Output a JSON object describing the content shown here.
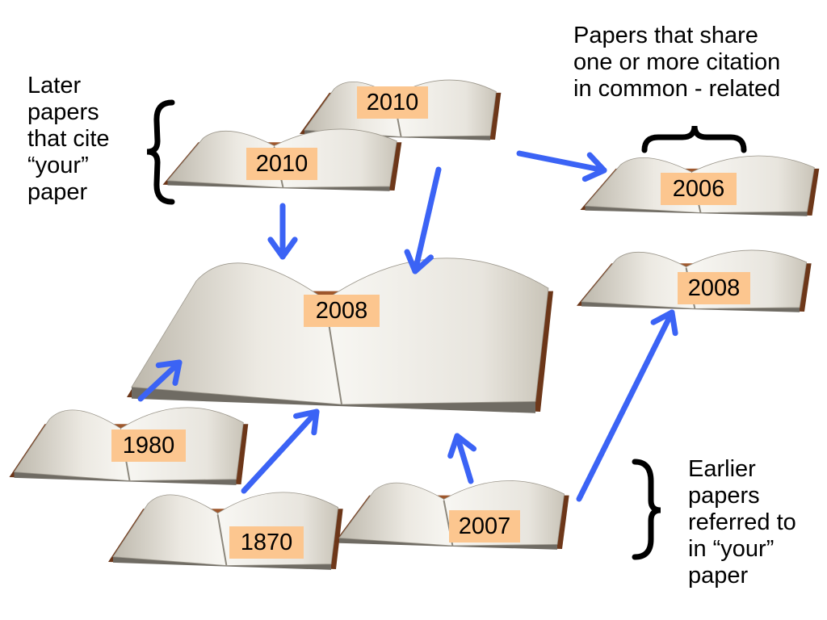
{
  "captions": {
    "later": "Later\npapers\nthat cite\n“your”\npaper",
    "related": "Papers that share\none or more citation\nin common - related",
    "earlier": "Earlier\npapers\nreferred to\nin “your”\npaper"
  },
  "books": [
    {
      "id": "book-2010-top",
      "year": "2010"
    },
    {
      "id": "book-2010-left",
      "year": "2010"
    },
    {
      "id": "book-2006",
      "year": "2006"
    },
    {
      "id": "book-2008-right",
      "year": "2008"
    },
    {
      "id": "book-2008-center",
      "year": "2008"
    },
    {
      "id": "book-1980",
      "year": "1980"
    },
    {
      "id": "book-1870",
      "year": "1870"
    },
    {
      "id": "book-2007",
      "year": "2007"
    }
  ],
  "colors": {
    "arrow": "#3b63f5",
    "label_bg": "#fcc68f",
    "page": "#f1efea",
    "page_shade": "#c7c2b6",
    "cover": "#8a4a26",
    "cover_dark": "#5a2e16",
    "block_side": "#6f6b63"
  }
}
